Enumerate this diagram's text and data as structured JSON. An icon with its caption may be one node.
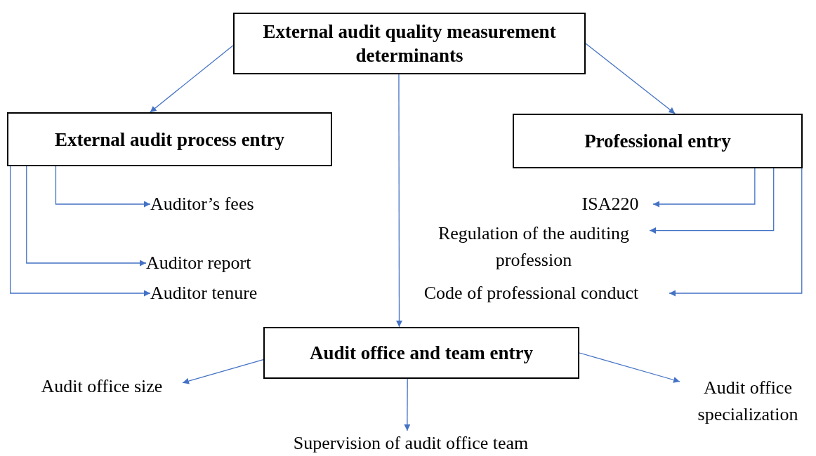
{
  "diagram": {
    "nodes": [
      {
        "text": [
          "External audit quality measurement determinants"
        ]
      },
      {
        "text": [
          "External audit process entry"
        ]
      },
      {
        "text": [
          "Professional entry"
        ]
      },
      {
        "text": [
          "Auditor’s fees"
        ]
      },
      {
        "text": [
          "Auditor report"
        ]
      },
      {
        "text": [
          "Auditor tenure"
        ]
      },
      {
        "text": [
          "ISA220"
        ]
      },
      {
        "text": [
          "Regulation of the auditing profession"
        ]
      },
      {
        "text": [
          "Code of professional conduct"
        ]
      },
      {
        "text": [
          "Audit office and team entry"
        ]
      },
      {
        "text": [
          "Audit office size"
        ]
      },
      {
        "text": [
          "Audit office specialization"
        ]
      },
      {
        "text": [
          "Supervision of audit office team"
        ]
      }
    ],
    "edges": [
      {
        "from": 0,
        "to": 1,
        "arrow": "to"
      },
      {
        "from": 0,
        "to": 2,
        "arrow": "to"
      },
      {
        "from": 0,
        "to": 9,
        "arrow": "to"
      },
      {
        "from": 1,
        "to": 3,
        "arrow": "to"
      },
      {
        "from": 1,
        "to": 4,
        "arrow": "to"
      },
      {
        "from": 1,
        "to": 5,
        "arrow": "to"
      },
      {
        "from": 2,
        "to": 6,
        "arrow": "to"
      },
      {
        "from": 2,
        "to": 7,
        "arrow": "to"
      },
      {
        "from": 2,
        "to": 8,
        "arrow": "to"
      },
      {
        "from": 9,
        "to": 10,
        "arrow": "to"
      },
      {
        "from": 9,
        "to": 11,
        "arrow": "to"
      },
      {
        "from": 9,
        "to": 12,
        "arrow": "to"
      }
    ]
  }
}
